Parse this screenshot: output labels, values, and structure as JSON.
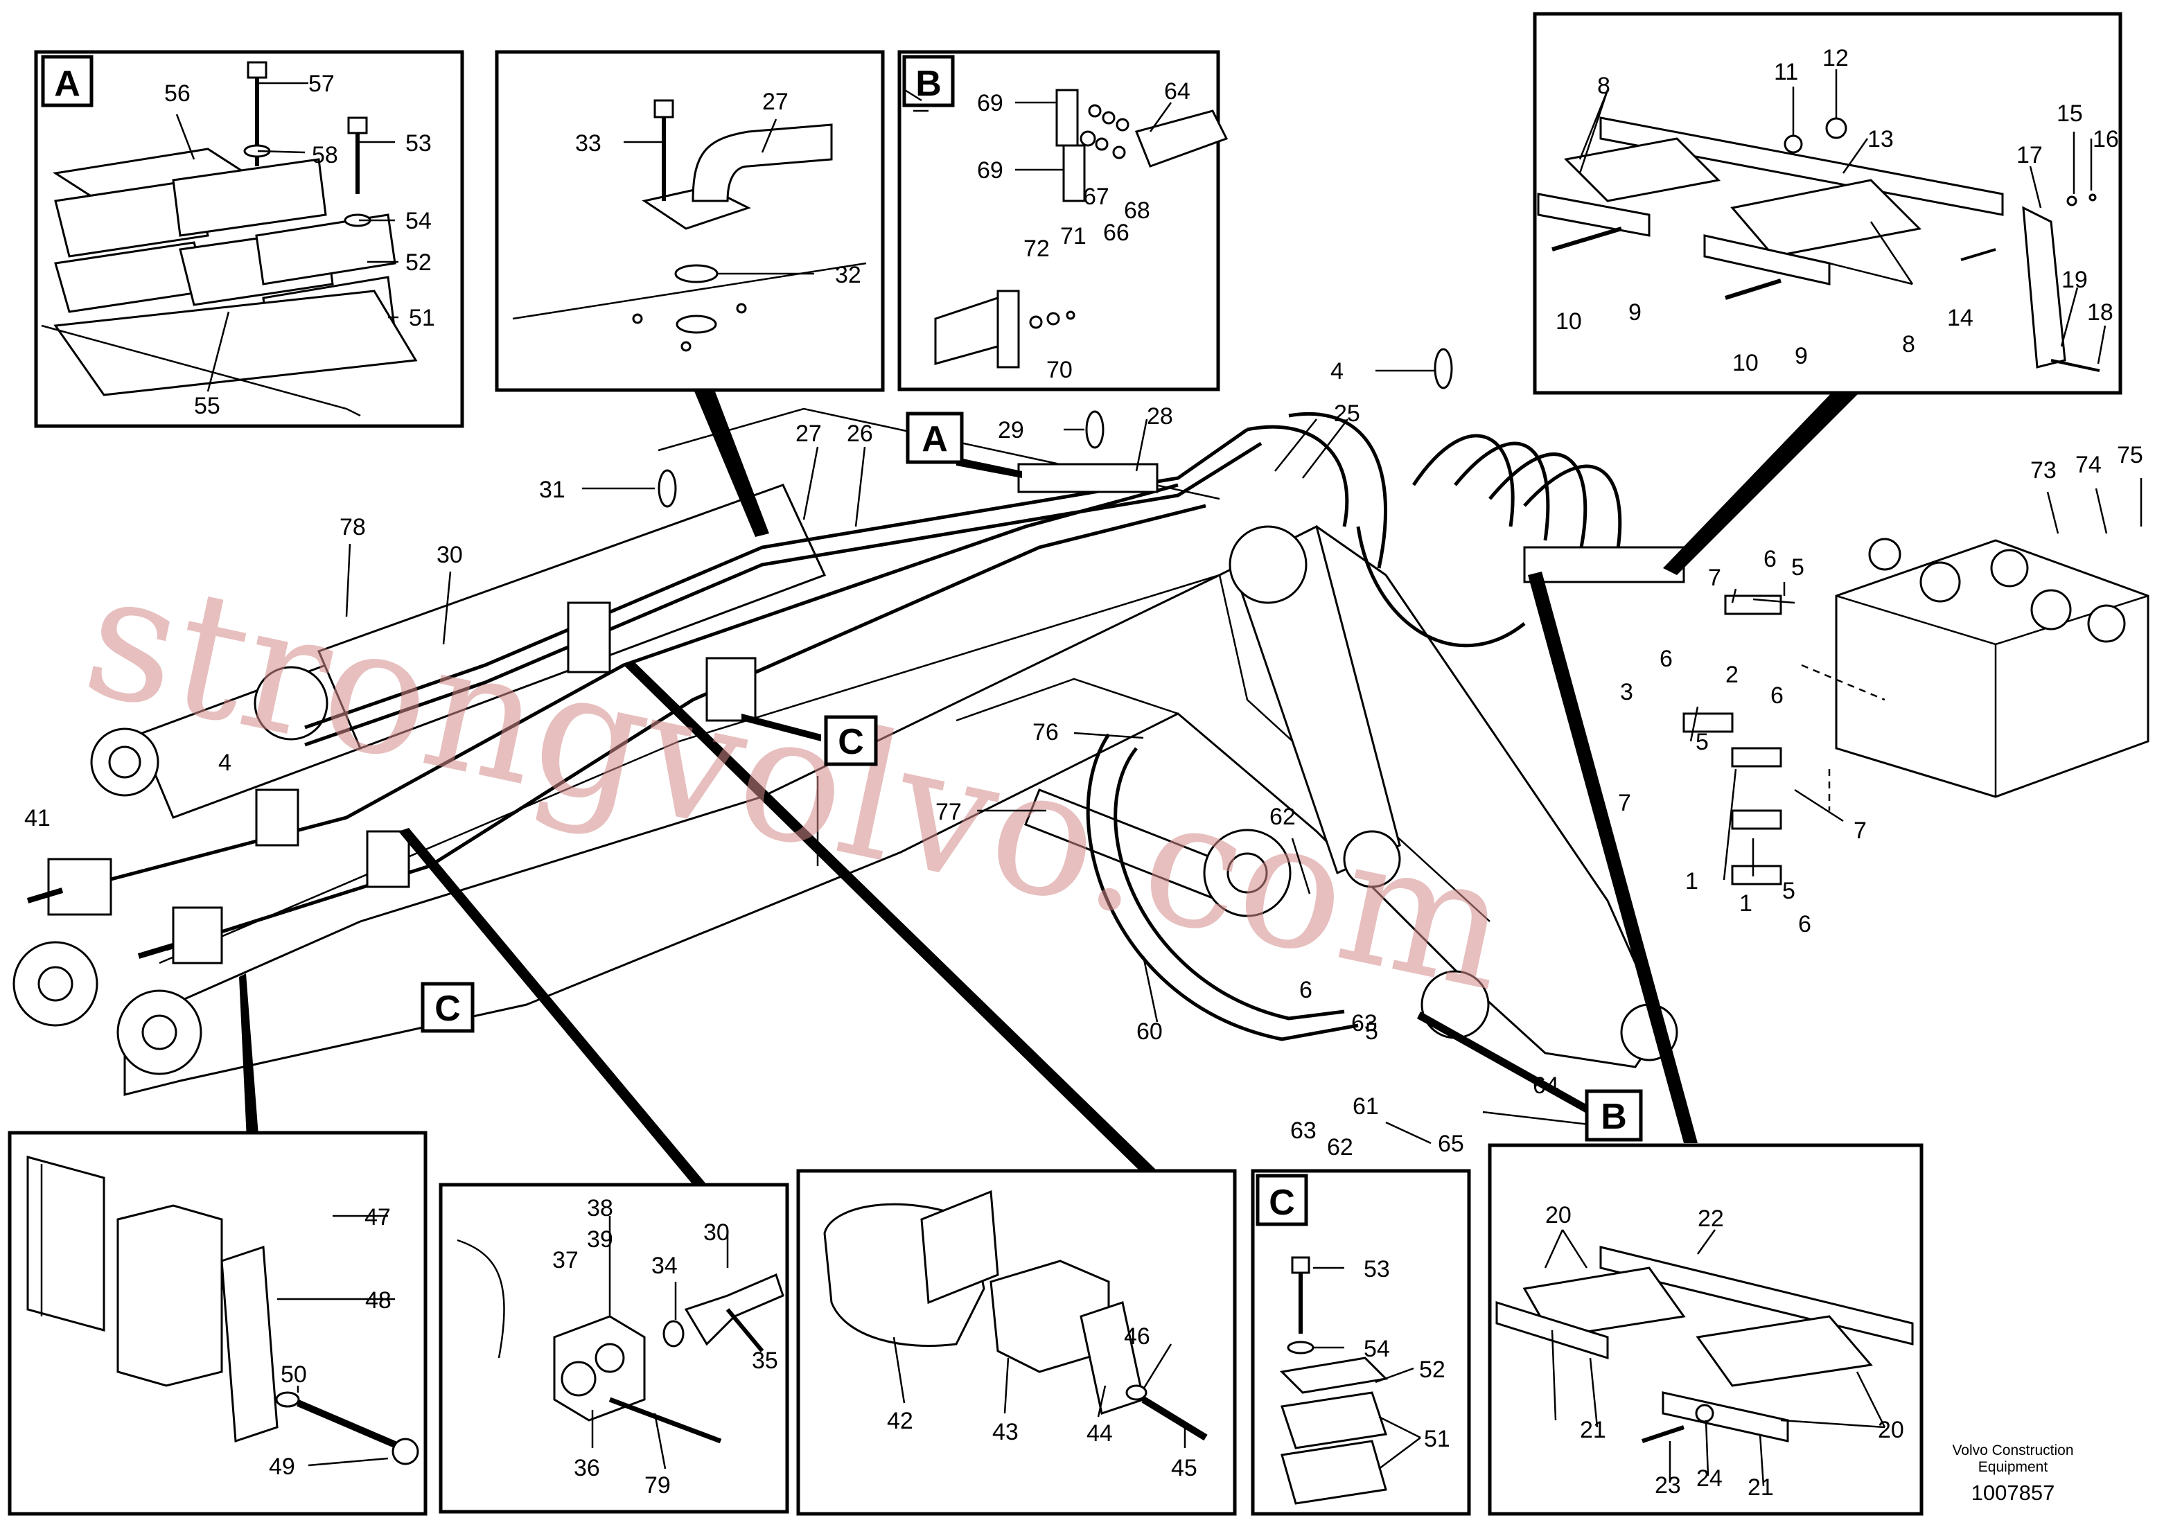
{
  "detail_letters": {
    "a": "A",
    "b": "B",
    "c": "C"
  },
  "labels": {
    "n1": "1",
    "n2": "2",
    "n3": "3",
    "n4": "4",
    "n5": "5",
    "n6": "6",
    "n7": "7",
    "n8": "8",
    "n9": "9",
    "n10": "10",
    "n11": "11",
    "n12": "12",
    "n13": "13",
    "n14": "14",
    "n15": "15",
    "n16": "16",
    "n17": "17",
    "n18": "18",
    "n19": "19",
    "n20": "20",
    "n21": "21",
    "n22": "22",
    "n23": "23",
    "n24": "24",
    "n25": "25",
    "n26": "26",
    "n27": "27",
    "n28": "28",
    "n29": "29",
    "n30": "30",
    "n31": "31",
    "n32": "32",
    "n33": "33",
    "n34": "34",
    "n35": "35",
    "n36": "36",
    "n37": "37",
    "n38": "38",
    "n39": "39",
    "n41": "41",
    "n42": "42",
    "n43": "43",
    "n44": "44",
    "n45": "45",
    "n46": "46",
    "n47": "47",
    "n48": "48",
    "n49": "49",
    "n50": "50",
    "n51": "51",
    "n52": "52",
    "n53": "53",
    "n54": "54",
    "n55": "55",
    "n56": "56",
    "n57": "57",
    "n58": "58",
    "n60": "60",
    "n61": "61",
    "n62": "62",
    "n63": "63",
    "n64": "64",
    "n65": "65",
    "n66": "66",
    "n67": "67",
    "n68": "68",
    "n69": "69",
    "n70": "70",
    "n71": "71",
    "n72": "72",
    "n73": "73",
    "n74": "74",
    "n75": "75",
    "n76": "76",
    "n77": "77",
    "n78": "78",
    "n79": "79"
  },
  "publisher_line1": "Volvo Construction",
  "publisher_line2": "Equipment",
  "document_number": "1007857",
  "watermark": "strongvolvo.com"
}
